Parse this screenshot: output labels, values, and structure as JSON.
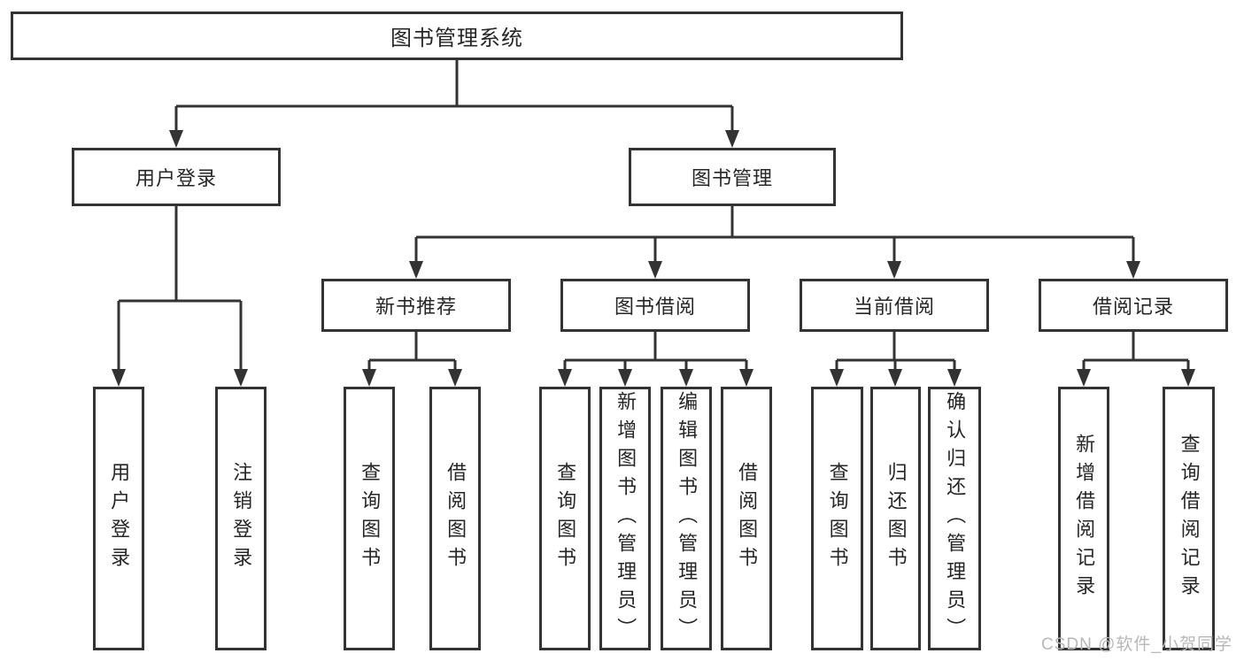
{
  "tree": {
    "root": {
      "label": "图书管理系统"
    },
    "user_login": {
      "label": "用户登录",
      "children": {
        "login": {
          "label": "用户登录"
        },
        "logout": {
          "label": "注销登录"
        }
      }
    },
    "book_mgmt": {
      "label": "图书管理",
      "children": {
        "new_books": {
          "label": "新书推荐",
          "children": {
            "query_books": {
              "label": "查询图书"
            },
            "borrow_books": {
              "label": "借阅图书"
            }
          }
        },
        "book_borrow": {
          "label": "图书借阅",
          "children": {
            "query_books": {
              "label": "查询图书"
            },
            "add_books": {
              "label": "新增图书（管理员）"
            },
            "edit_books": {
              "label": "编辑图书（管理员）"
            },
            "borrow_books": {
              "label": "借阅图书"
            }
          }
        },
        "current_borrow": {
          "label": "当前借阅",
          "children": {
            "query_books": {
              "label": "查询图书"
            },
            "return_books": {
              "label": "归还图书"
            },
            "confirm_return": {
              "label": "确认归还（管理员）"
            }
          }
        },
        "borrow_records": {
          "label": "借阅记录",
          "children": {
            "add_record": {
              "label": "新增借阅记录"
            },
            "query_record": {
              "label": "查询借阅记录"
            }
          }
        }
      }
    }
  },
  "watermark": {
    "text": "CSDN @软件_小贺同学"
  },
  "colors": {
    "line": "#333333",
    "box_border": "#333333",
    "box_background": "#ffffff",
    "text": "#262626",
    "watermark": "#b8b8b8"
  }
}
